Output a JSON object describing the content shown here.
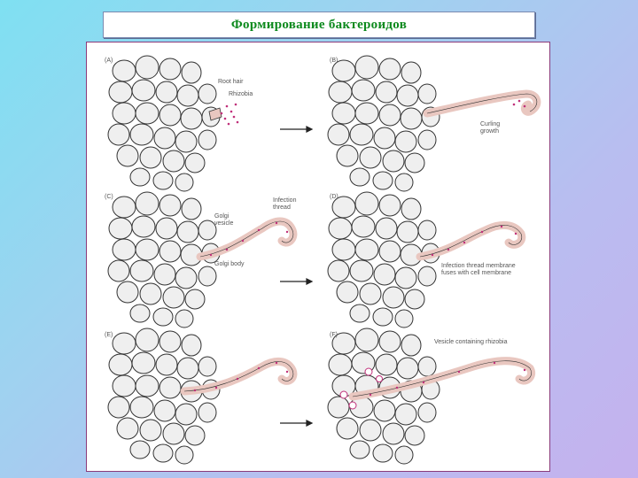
{
  "title": "Формирование бактероидов",
  "panels": [
    {
      "id": "A",
      "tag": "(A)",
      "labels": [
        "Root hair",
        "Rhizobia"
      ]
    },
    {
      "id": "B",
      "tag": "(B)",
      "labels": [
        "Curling",
        "growth"
      ]
    },
    {
      "id": "C",
      "tag": "(C)",
      "labels": [
        "Infection",
        "thread",
        "Golgi",
        "vesicle",
        "Golgi body"
      ]
    },
    {
      "id": "D",
      "tag": "(D)",
      "labels": [
        "Infection thread membrane",
        "fuses with cell membrane"
      ]
    },
    {
      "id": "E",
      "tag": "(E)",
      "labels": []
    },
    {
      "id": "F",
      "tag": "(F)",
      "labels": [
        "Vesicle containing rhizobia"
      ]
    }
  ],
  "colors": {
    "title": "#0d8a1e",
    "cell_fill": "#efefef",
    "cell_stroke": "#333333",
    "thread": "#e9c7c0",
    "dots": "#c0307a",
    "frame": "#8a3b7a"
  }
}
